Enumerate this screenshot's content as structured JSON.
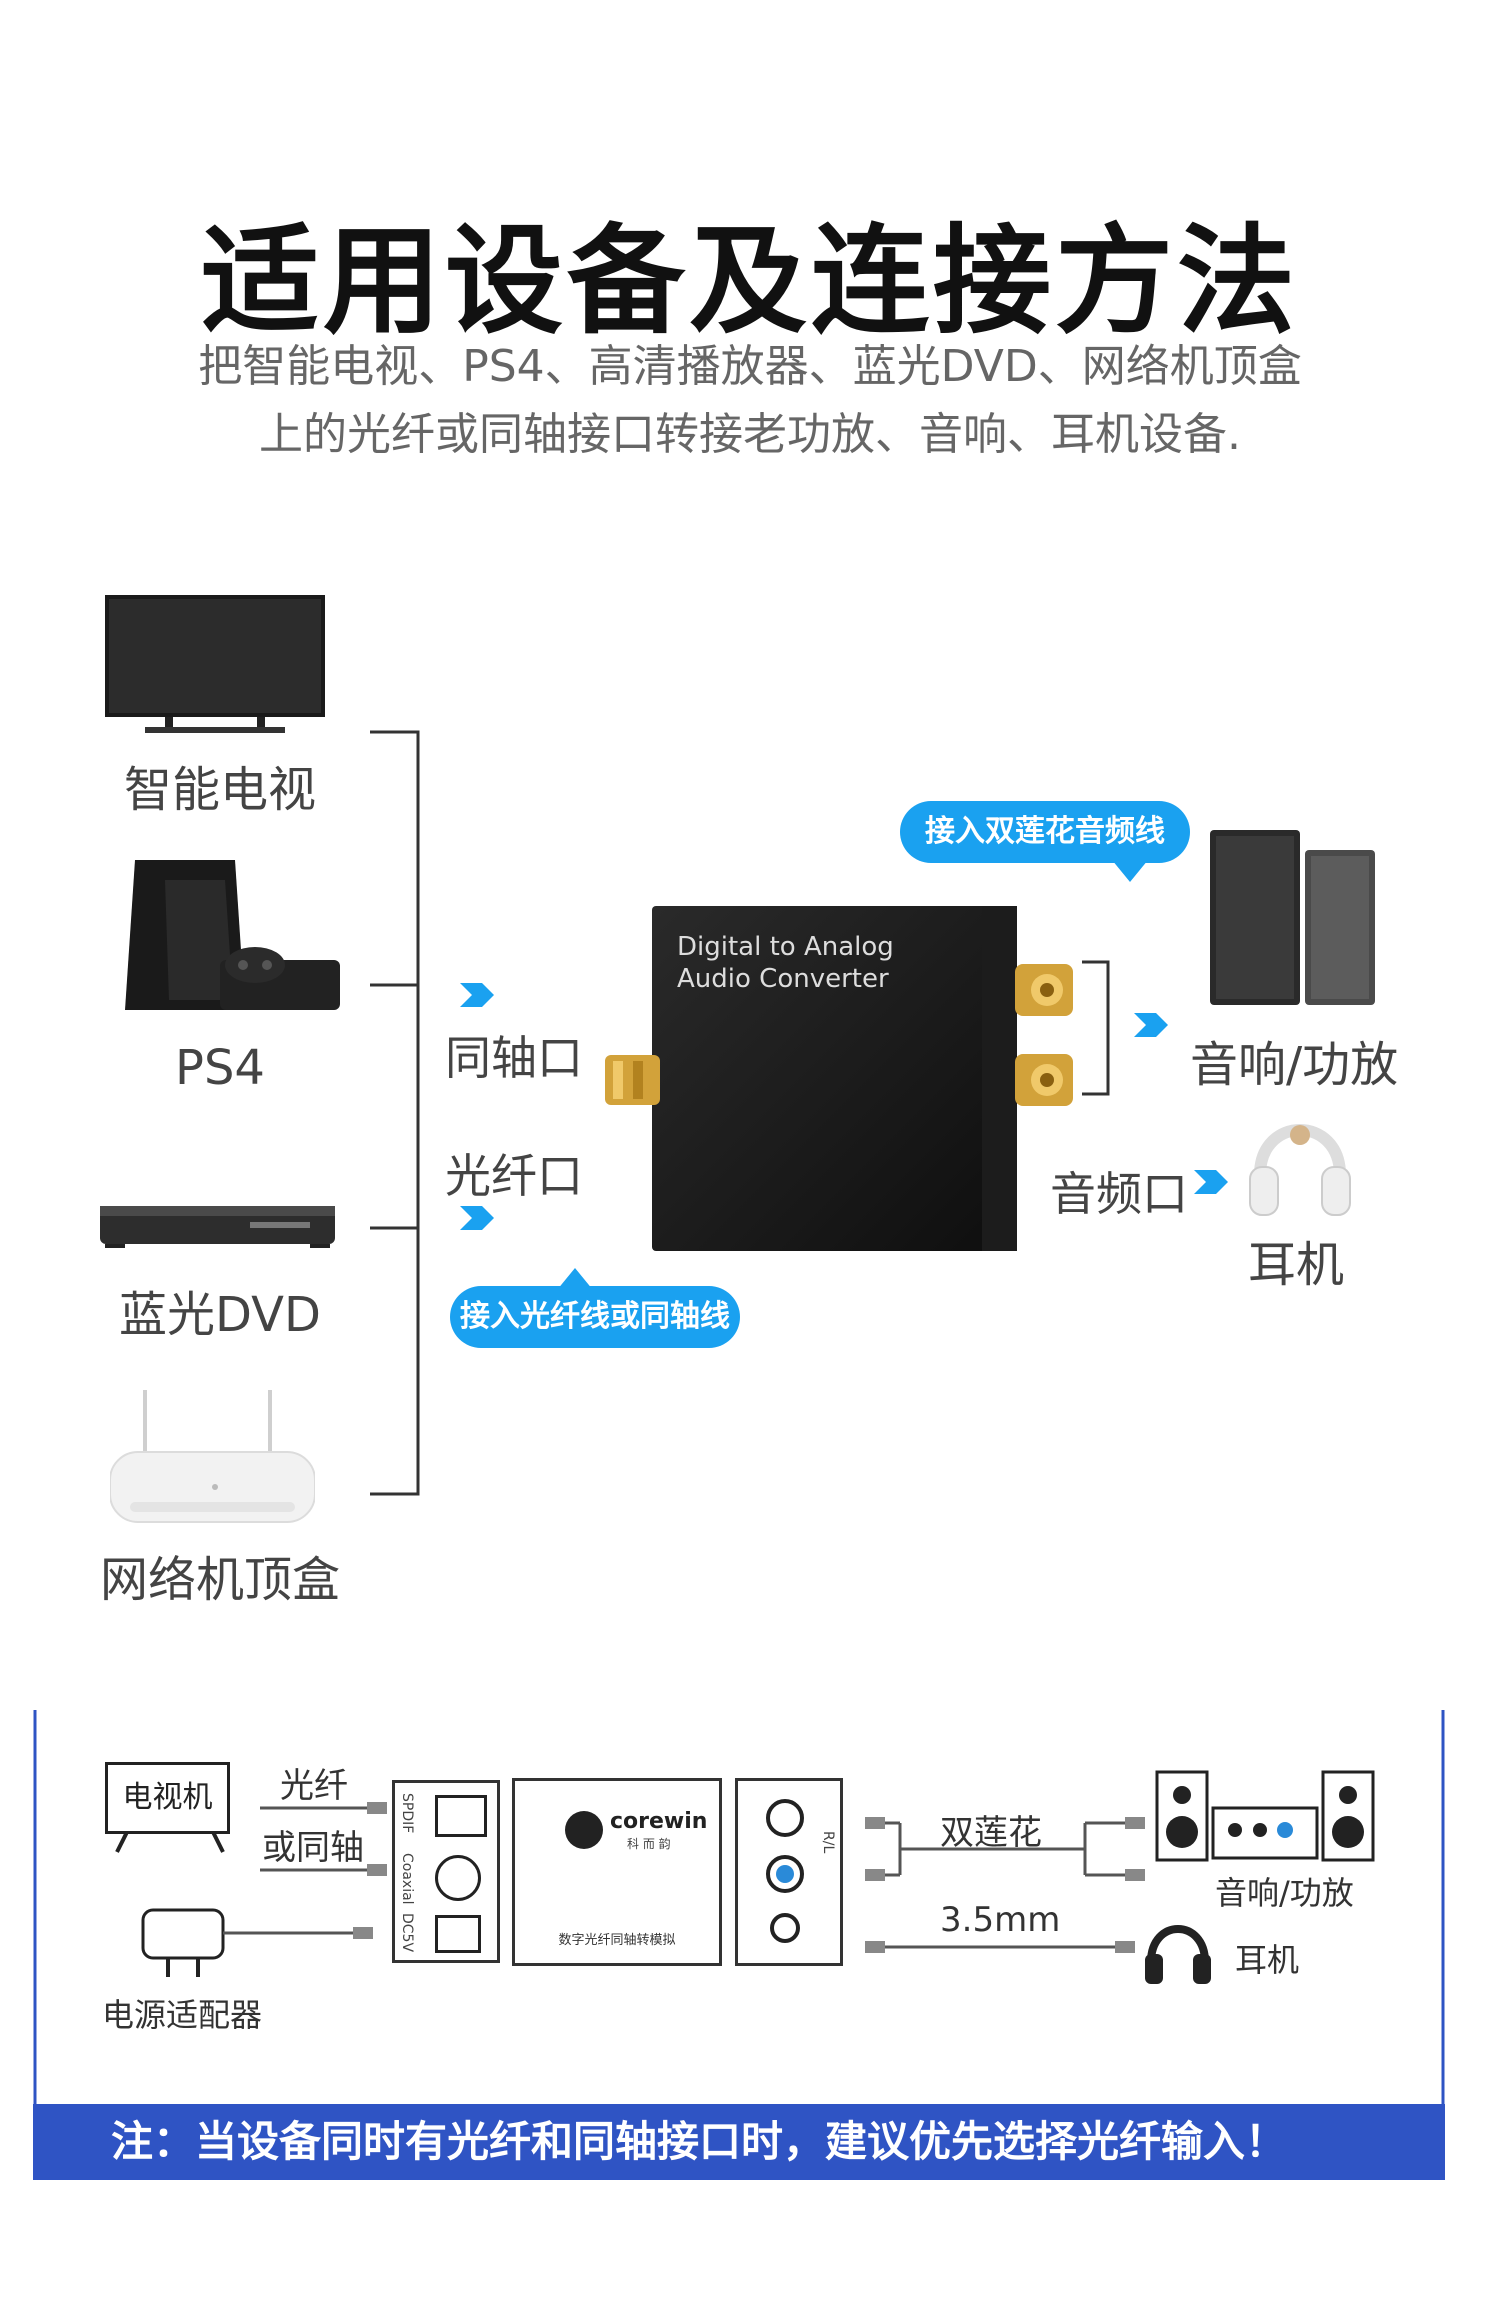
{
  "header": {
    "title": "适用设备及连接方法",
    "subtitle_line1": "把智能电视、PS4、高清播放器、蓝光DVD、网络机顶盒",
    "subtitle_line2": "上的光纤或同轴接口转接老功放、音响、耳机设备."
  },
  "sources": [
    {
      "label": "智能电视"
    },
    {
      "label": "PS4"
    },
    {
      "label": "蓝光DVD"
    },
    {
      "label": "网络机顶盒"
    }
  ],
  "inputs": {
    "coaxial": "同轴口",
    "optical": "光纤口",
    "pill": "接入光纤线或同轴线"
  },
  "converter": {
    "line1": "Digital to Analog",
    "line2": "Audio Converter"
  },
  "outputs": {
    "pill": "接入双莲花音频线",
    "speaker": "音响/功放",
    "audio_port": "音频口",
    "headphone": "耳机"
  },
  "diagram": {
    "tv": "电视机",
    "optical": "光纤",
    "or_coax": "或同轴",
    "adapter": "电源适配器",
    "rca": "双莲花",
    "mm": "3.5mm",
    "speaker": "音响/功放",
    "headphone": "耳机",
    "brand": "corewin",
    "brand_cn": "科 而 韵",
    "device_caption": "数字光纤同轴转模拟",
    "spdif": "SPDIF",
    "coaxial": "Coaxial",
    "dc5v": "DC5V",
    "rl": "R/L"
  },
  "note": "注：当设备同时有光纤和同轴接口时，建议优先选择光纤输入！",
  "colors": {
    "accent": "#1aa1f0",
    "bar": "#2f54c4"
  }
}
